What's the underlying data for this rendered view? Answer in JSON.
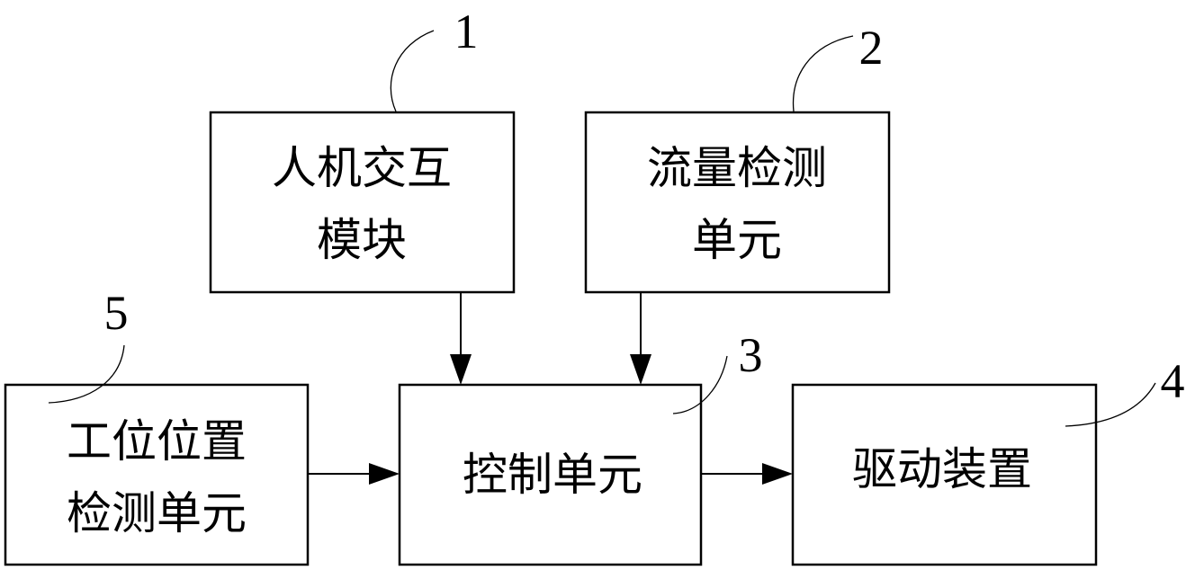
{
  "blocks": {
    "hmi": {
      "line1": "人机交互",
      "line2": "模块",
      "ref": "1"
    },
    "flow": {
      "line1": "流量检测",
      "line2": "单元",
      "ref": "2"
    },
    "control": {
      "line1": "控制单元",
      "ref": "3"
    },
    "drive": {
      "line1": "驱动装置",
      "ref": "4"
    },
    "station": {
      "line1": "工位位置",
      "line2": "检测单元",
      "ref": "5"
    }
  },
  "connections": [
    {
      "from": "hmi",
      "to": "control"
    },
    {
      "from": "flow",
      "to": "control"
    },
    {
      "from": "station",
      "to": "control"
    },
    {
      "from": "control",
      "to": "drive"
    }
  ]
}
